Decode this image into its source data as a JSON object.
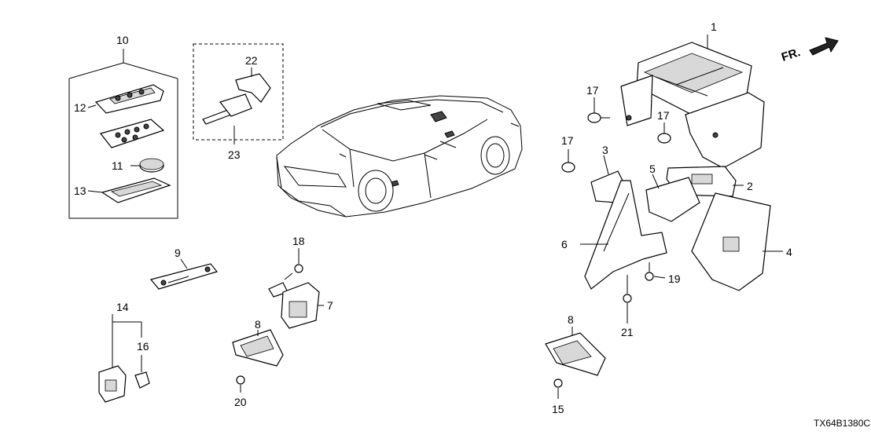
{
  "diagram": {
    "code": "TX64B1380C",
    "direction_label": "FR.",
    "callouts": [
      "1",
      "2",
      "3",
      "4",
      "5",
      "6",
      "7",
      "8",
      "9",
      "10",
      "11",
      "12",
      "13",
      "14",
      "15",
      "16",
      "17",
      "18",
      "19",
      "20",
      "21",
      "22",
      "23"
    ],
    "repeat_labels": {
      "8b": "8",
      "17b": "17",
      "17c": "17"
    },
    "icons": [
      "front-direction-arrow-icon",
      "vehicle-outline-icon"
    ]
  }
}
